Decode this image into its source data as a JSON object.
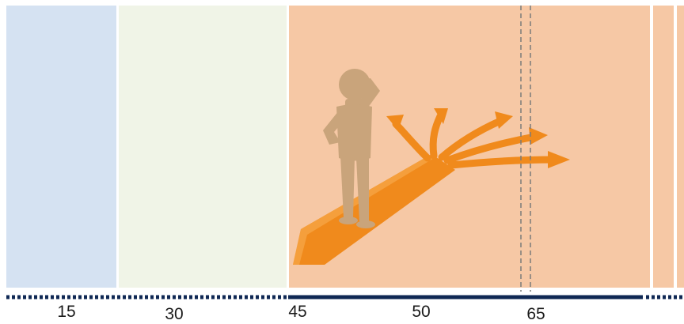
{
  "colors": {
    "band_blue": "#d5e2f2",
    "band_green": "#f0f4e7",
    "band_peach": "#f6c8a5",
    "axis_dark": "#0f2854",
    "arrow_orange": "#f08a1c",
    "figure_tan": "#c9a47b",
    "dashed_line": "#7a7a7a"
  },
  "axis": {
    "ticks": [
      "15",
      "30",
      "45",
      "50",
      "65"
    ],
    "style": "dotted-then-solid-then-dotted"
  },
  "illustration": {
    "icon": "person-at-crossroads-icon",
    "arrow_count": 5
  }
}
